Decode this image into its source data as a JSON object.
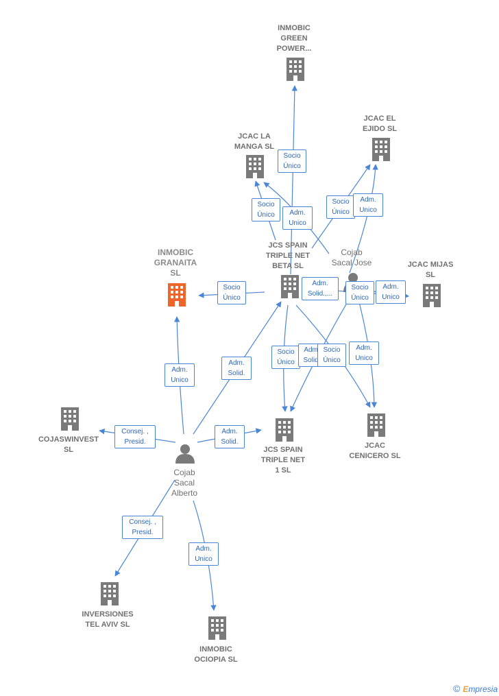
{
  "colors": {
    "company": "#7a7a7a",
    "company_main": "#f0652a",
    "person": "#7a7a7a",
    "edge": "#4a86d6"
  },
  "nodes": {
    "inmobic_green_power": {
      "label": "INMOBIC\nGREEN\nPOWER...",
      "icon": "building-icon"
    },
    "jcac_la_manga": {
      "label": "JCAC LA\nMANGA  SL",
      "icon": "building-icon"
    },
    "jcac_el_ejido": {
      "label": "JCAC EL\nEJIDO  SL",
      "icon": "building-icon"
    },
    "inmobic_granaita": {
      "label": "INMOBIC\nGRANAITA\nSL",
      "icon": "building-icon"
    },
    "jcs_spain_beta": {
      "label": "JCS SPAIN\nTRIPLE NET\nBETA  SL",
      "icon": "building-icon"
    },
    "cojab_sacal_jose": {
      "label": "Cojab\nSacal Jose",
      "icon": "person-icon"
    },
    "jcac_mijas": {
      "label": "JCAC MIJAS\nSL",
      "icon": "building-icon"
    },
    "cojaswinvest": {
      "label": "COJASWINVEST\nSL",
      "icon": "building-icon"
    },
    "cojab_sacal_alberto": {
      "label": "Cojab\nSacal\nAlberto",
      "icon": "person-icon"
    },
    "jcs_spain_1": {
      "label": "JCS SPAIN\nTRIPLE NET\n1  SL",
      "icon": "building-icon"
    },
    "jcac_cenicero": {
      "label": "JCAC\nCENICERO  SL",
      "icon": "building-icon"
    },
    "inversiones_tel_aviv": {
      "label": "INVERSIONES\nTEL AVIV  SL",
      "icon": "building-icon"
    },
    "inmobic_ociopia": {
      "label": "INMOBIC\nOCIOPIA  SL",
      "icon": "building-icon"
    }
  },
  "edges": [
    {
      "label": "Socio\nÚnico"
    },
    {
      "label": "Socio\nÚnico"
    },
    {
      "label": "Adm.\nUnico"
    },
    {
      "label": "Socio\nÚnico"
    },
    {
      "label": "Adm.\nUnico"
    },
    {
      "label": "Socio\nÚnico"
    },
    {
      "label": "Adm.\nSolid.,..."
    },
    {
      "label": "Socio\nÚnico"
    },
    {
      "label": "Adm.\nUnico"
    },
    {
      "label": "Socio\nÚnico"
    },
    {
      "label": "Adm.\nSolid."
    },
    {
      "label": "Socio\nÚnico"
    },
    {
      "label": "Adm.\nUnico"
    },
    {
      "label": "Adm.\nUnico"
    },
    {
      "label": "Adm.\nSolid."
    },
    {
      "label": "Consej. ,\nPresid."
    },
    {
      "label": "Adm.\nSolid."
    },
    {
      "label": "Consej. ,\nPresid."
    },
    {
      "label": "Adm.\nUnico"
    }
  ],
  "footer": {
    "copyright": "©",
    "brand_e": "E",
    "brand_rest": "mpresia"
  }
}
